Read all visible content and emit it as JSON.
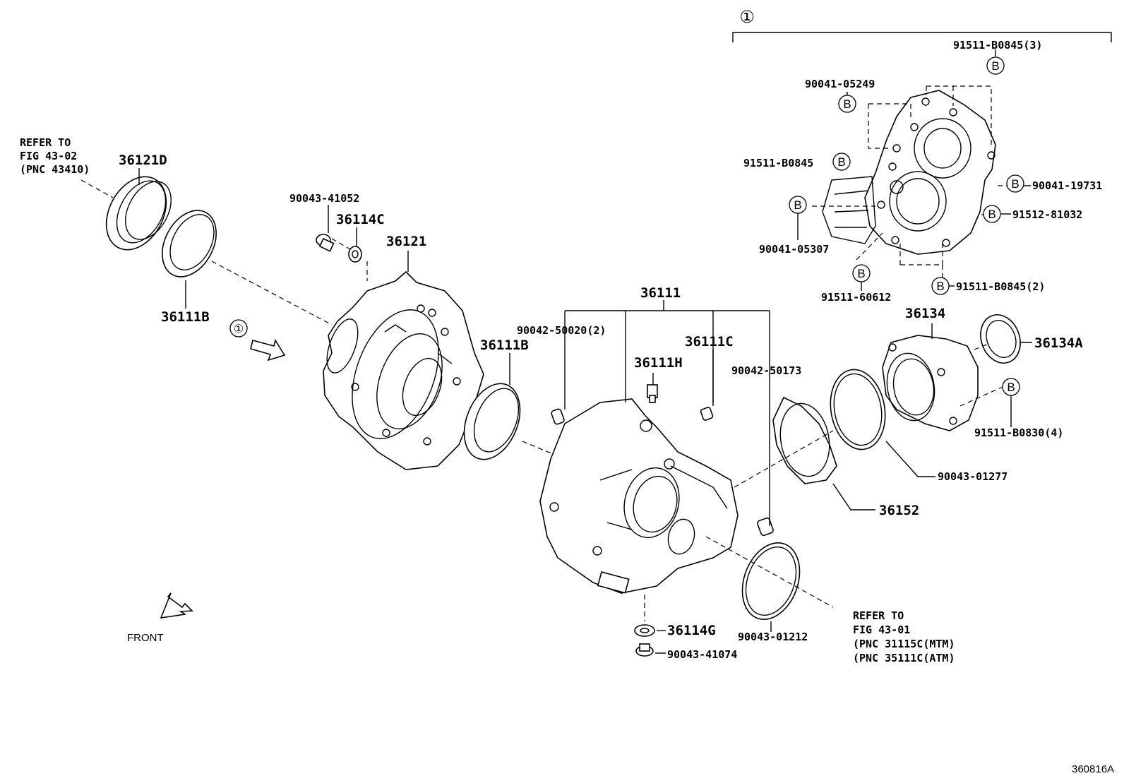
{
  "callout_symbol": "①",
  "bolt_marker": "B",
  "figure_id": "360816A",
  "front_label": "FRONT",
  "refs": {
    "top_left": [
      "REFER TO",
      "FIG 43-02",
      "(PNC 43410)"
    ],
    "bottom_right": [
      "REFER TO",
      "FIG 43-01",
      "(PNC 31115C(MTM)",
      "(PNC 35111C(ATM)"
    ]
  },
  "parts": {
    "p36121D": "36121D",
    "p36111B_left": "36111B",
    "p90043_41052": "90043-41052",
    "p36114C": "36114C",
    "p36121": "36121",
    "p36111B_mid": "36111B",
    "p36111": "36111",
    "p90042_50020": "90042-50020(2)",
    "p36111H": "36111H",
    "p36111C": "36111C",
    "p90042_50173": "90042-50173",
    "p36134": "36134",
    "p36134A": "36134A",
    "p91511_B0830": "91511-B0830(4)",
    "p90043_01277": "90043-01277",
    "p36152": "36152",
    "p90043_01212": "90043-01212",
    "p36114G": "36114G",
    "p90043_41074": "90043-41074",
    "p91511_B0845_3": "91511-B0845(3)",
    "p90041_05249": "90041-05249",
    "p91511_B0845": "91511-B0845",
    "p90041_19731": "90041-19731",
    "p91512_81032": "91512-81032",
    "p90041_05307": "90041-05307",
    "p91511_60612": "91511-60612",
    "p91511_B0845_2": "91511-B0845(2)"
  }
}
